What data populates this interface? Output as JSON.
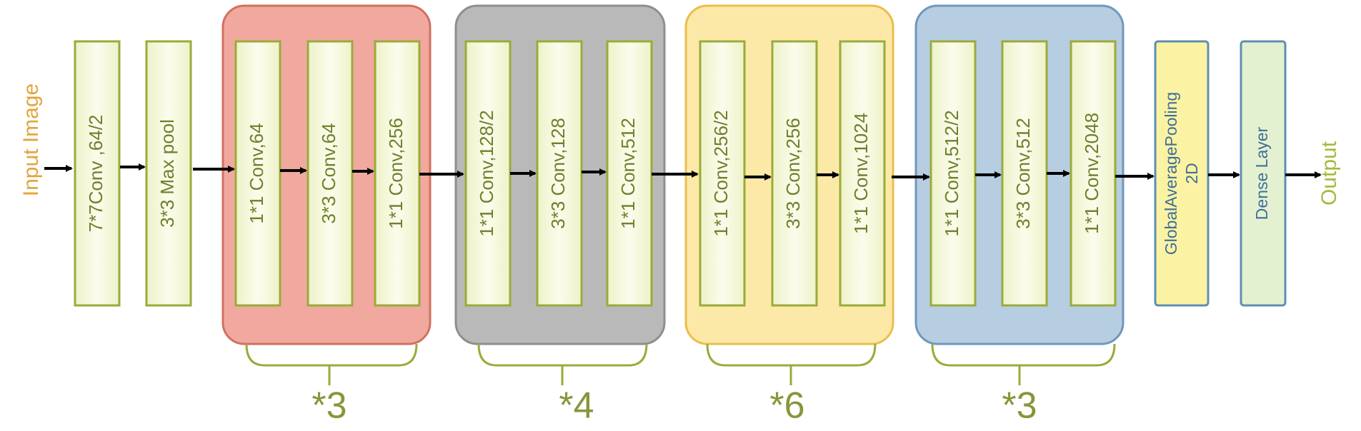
{
  "input_label": "Input Image",
  "output_label": "Output",
  "stem": {
    "conv": "7*7Conv ,64/2",
    "pool": "3*3 Max pool"
  },
  "stages": [
    {
      "layers": [
        "1*1 Conv,64",
        "3*3 Conv,64",
        "1*1 Conv,256"
      ],
      "repeat": "*3"
    },
    {
      "layers": [
        "1*1 Conv,128/2",
        "3*3 Conv,128",
        "1*1 Conv,512"
      ],
      "repeat": "*4"
    },
    {
      "layers": [
        "1*1 Conv,256/2",
        "3*3 Conv,256",
        "1*1 Conv,1024"
      ],
      "repeat": "*6"
    },
    {
      "layers": [
        "1*1 Conv,512/2",
        "3*3 Conv,512",
        "1*1 Conv,2048"
      ],
      "repeat": "*3"
    }
  ],
  "head": {
    "gap_line1": "GlobalAveragePooling",
    "gap_line2": "2D",
    "dense": "Dense Layer"
  },
  "colors": {
    "input_label": "#e3a43a",
    "output_label": "#a9b83c",
    "layer_border": "#9aab3a",
    "layer_fill": "#f7f9df",
    "stage1_fill": "#f1a99f",
    "stage1_border": "#d2705f",
    "stage2_fill": "#b9b9b9",
    "stage2_border": "#8e8e8e",
    "stage3_fill": "#fde9a7",
    "stage3_border": "#e9be4c",
    "stage4_fill": "#b6cde2",
    "stage4_border": "#6f98bd",
    "gap_fill": "#fbf3a3",
    "gap_border": "#5e8fb3",
    "dense_fill": "#e4f1d0",
    "dense_border": "#5e8fb3",
    "head_text": "#3f6e98",
    "bracket": "#9aab3a"
  }
}
